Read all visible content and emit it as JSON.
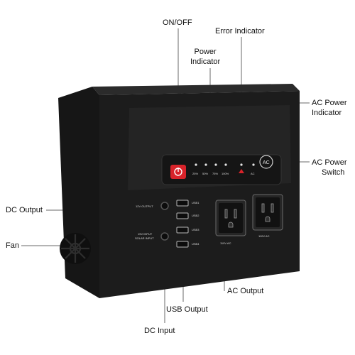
{
  "callouts": {
    "on_off": "ON/OFF",
    "error_indicator": "Error Indicator",
    "power_indicator_1": "Power",
    "power_indicator_2": "Indicator",
    "ac_power_indicator_1": "AC Power",
    "ac_power_indicator_2": "Indicator",
    "ac_power_switch_1": "AC Power",
    "ac_power_switch_2": "Switch",
    "dc_output": "DC Output",
    "fan": "Fan",
    "ac_output": "AC Output",
    "usb_output": "USB Output",
    "dc_input": "DC Input"
  },
  "device_labels": {
    "pct_25": "25%",
    "pct_50": "50%",
    "pct_75": "75%",
    "pct_100": "100%",
    "ac_small": "AC",
    "ac_button": "AC",
    "output_12v": "12V OUTPUT",
    "input_15v": "15V INPUT",
    "solar_input": "SOLAR INPUT",
    "usb1": "USB1",
    "usb2": "USB2",
    "usb3": "USB3",
    "usb4": "USB4",
    "outlet_left": "110V AC",
    "outlet_right": "110V AC"
  },
  "colors": {
    "body": "#1c1c1c",
    "panel": "#262626",
    "power_button": "#d8232a",
    "error_indicator": "#d8232a",
    "leader_line": "#6a6a6a"
  }
}
